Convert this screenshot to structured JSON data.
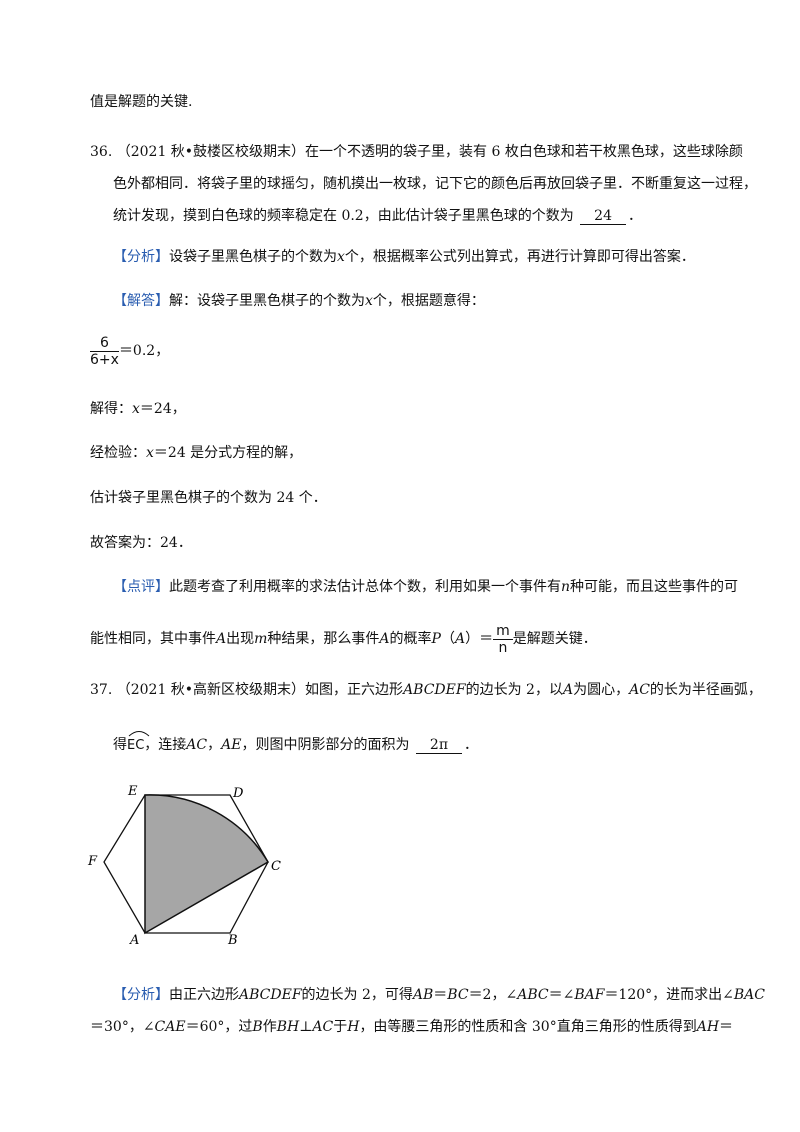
{
  "lines": {
    "l1": "值是解题的关键.",
    "q36_num": "36.",
    "q36_a": "（2021 秋•鼓楼区校级期末）在一个不透明的袋子里，装有 6 枚白色球和若干枚黑色球，这些球除颜",
    "q36_b": "色外都相同．将袋子里的球摇匀，随机摸出一枚球，记下它的颜色后再放回袋子里．不断重复这一过程，",
    "q36_c_pre": "统计发现，摸到白色球的频率稳定在 0.2，由此估计袋子里黑色球的个数为",
    "q36_answer": "24",
    "q36_c_post": "．",
    "analysis_tag": "【分析】",
    "analysis_text_a": "设袋子里黑色棋子的个数为",
    "var_x": "x",
    "analysis_text_b": "个，根据概率公式列出算式，再进行计算即可得出答案．",
    "solution_tag": "【解答】",
    "solution_text_a": "解：设袋子里黑色棋子的个数为",
    "solution_text_b": "个，根据题意得：",
    "frac_num": "6",
    "frac_den": "6+x",
    "eq_rhs": "＝0.2，",
    "solve_a": "解得：",
    "solve_b": "＝24，",
    "check_a": "经检验：",
    "check_b": "＝24 是分式方程的解，",
    "estimate": "估计袋子里黑色棋子的个数为 24 个．",
    "final": "故答案为：24．",
    "comment_tag": "【点评】",
    "comment_a_pre": "此题考查了利用概率的求法估计总体个数，利用如果一个事件有",
    "var_n": "n",
    "comment_a_post": "种可能，而且这些事件的可",
    "comment_b_1": "能性相同，其中事件",
    "var_A": "A",
    "comment_b_2": "出现",
    "var_m": "m",
    "comment_b_3": "种结果，那么事件",
    "comment_b_4": "的概率",
    "var_P": "P",
    "comment_b_5": "（",
    "comment_b_6": "）＝",
    "frac2_num": "m",
    "frac2_den": "n",
    "comment_b_7": "是解题关键．",
    "q37_num": "37.",
    "q37_a_1": "（2021 秋•高新区校级期末）如图，正六边形",
    "q37_hex": "ABCDEF",
    "q37_a_2": "的边长为 2，以",
    "q37_a_3": "为圆心，",
    "q37_AC": "AC",
    "q37_a_4": "的长为半径画弧，",
    "q37_b_1": "得",
    "q37_arc": "EC",
    "q37_b_2": "，连接",
    "q37_AE": "AE",
    "q37_b_3": "，则图中阴影部分的面积为",
    "q37_answer": "2π",
    "q37_b_4": "．",
    "an37_tag": "【分析】",
    "an37_a_1": "由正六边形",
    "an37_a_2": "的边长为 2，可得",
    "an37_AB": "AB",
    "an37_BC": "BC",
    "an37_a_3": "＝2，∠",
    "an37_ABC": "ABC",
    "an37_BAF": "BAF",
    "an37_a_4": "＝120°，进而求出∠",
    "an37_BAC": "BAC",
    "an37_b_1": "＝30°，∠",
    "an37_CAE": "CAE",
    "an37_b_2": "＝60°，过",
    "var_B": "B",
    "an37_b_3": "作",
    "an37_BH": "BH",
    "an37_b_4": "⊥",
    "an37_b_5": "于",
    "var_H": "H",
    "an37_b_6": "，由等腰三角形的性质和含 30°直角三角形的性质得到",
    "an37_AH": "AH",
    "eq": "＝"
  },
  "figure": {
    "labels": {
      "E": "E",
      "D": "D",
      "F": "F",
      "C": "C",
      "A": "A",
      "B": "B"
    },
    "shade_color": "#a6a6a6"
  },
  "colors": {
    "tag": "#2a5db0"
  }
}
